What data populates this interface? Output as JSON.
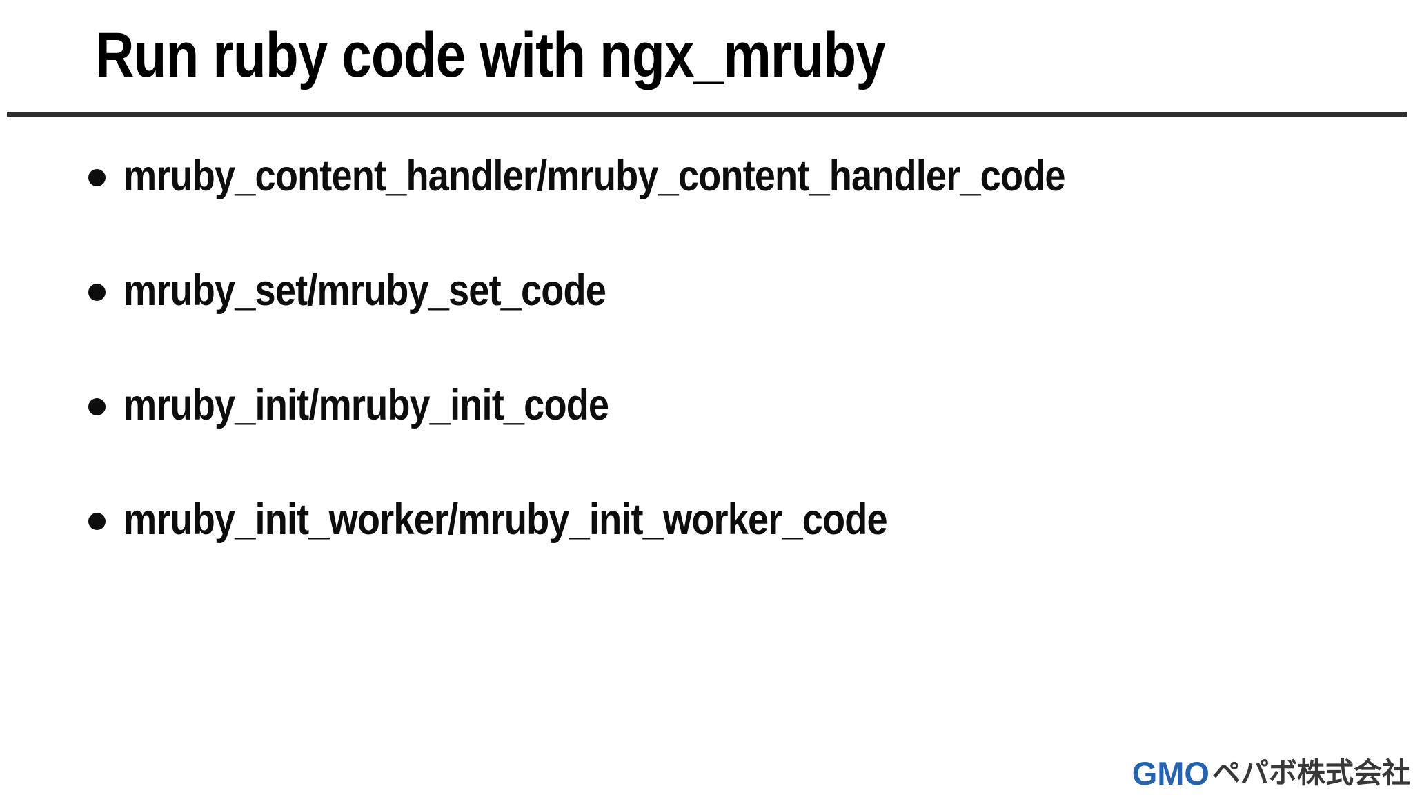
{
  "slide": {
    "title": "Run ruby code with ngx_mruby",
    "bullets": [
      "mruby_content_handler/mruby_content_handler_code",
      "mruby_set/mruby_set_code",
      "mruby_init/mruby_init_code",
      "mruby_init_worker/mruby_init_worker_code"
    ],
    "logo": {
      "gmo": "GMO",
      "company": "ペパボ株式会社"
    }
  },
  "colors": {
    "background": "#ffffff",
    "text": "#0d0d0d",
    "rule": "#2e2e2e",
    "logo_blue": "#2563ae",
    "logo_dark": "#383838"
  }
}
